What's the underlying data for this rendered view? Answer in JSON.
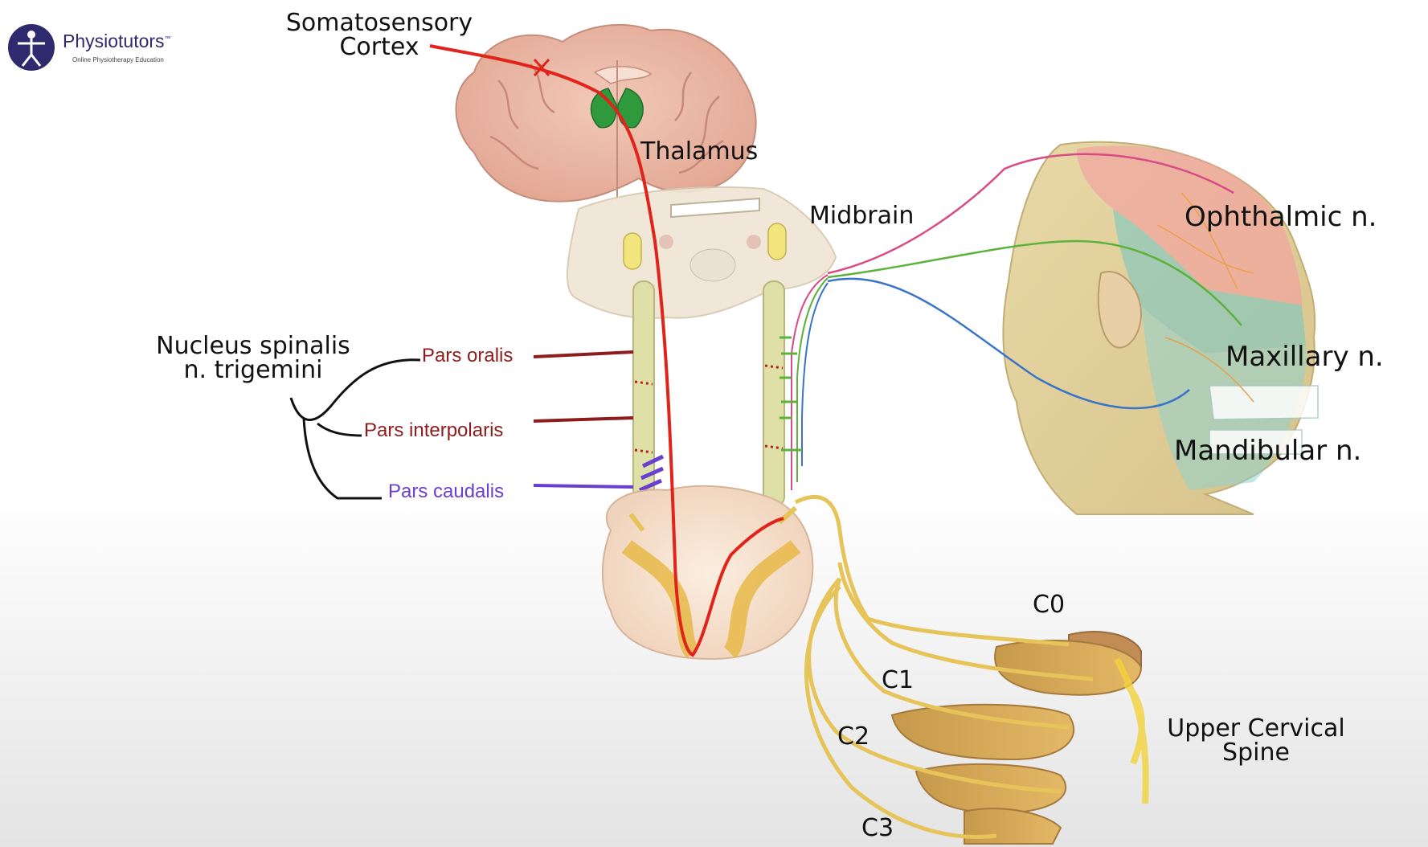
{
  "logo": {
    "name": "Physiotutors",
    "tagline": "Online Physiotherapy Education",
    "trademark": "™"
  },
  "labels": {
    "somatosensory_line1": "Somatosensory",
    "somatosensory_line2": "Cortex",
    "thalamus": "Thalamus",
    "midbrain": "Midbrain",
    "ophthalmic": "Ophthalmic n.",
    "maxillary": "Maxillary n.",
    "mandibular": "Mandibular n.",
    "nucleus_line1": "Nucleus spinalis",
    "nucleus_line2": "n. trigemini",
    "pars_oralis": "Pars oralis",
    "pars_interpolaris": "Pars interpolaris",
    "pars_caudalis": "Pars caudalis",
    "c0": "C0",
    "c1": "C1",
    "c2": "C2",
    "c3": "C3",
    "upper_cervical_line1": "Upper Cervical",
    "upper_cervical_line2": "Spine"
  },
  "colors": {
    "pathway_red": "#e0231b",
    "ophthalmic_pink": "#d94a86",
    "maxillary_green": "#5cb23a",
    "mandibular_blue": "#3a74c8",
    "pars_dark_red": "#8e1c1c",
    "pars_caudalis_purple": "#6a3fd0",
    "cervical_nerve": "#e6c45a",
    "thalamus_green": "#2f9a3c",
    "logo_navy": "#2f2a6e"
  }
}
